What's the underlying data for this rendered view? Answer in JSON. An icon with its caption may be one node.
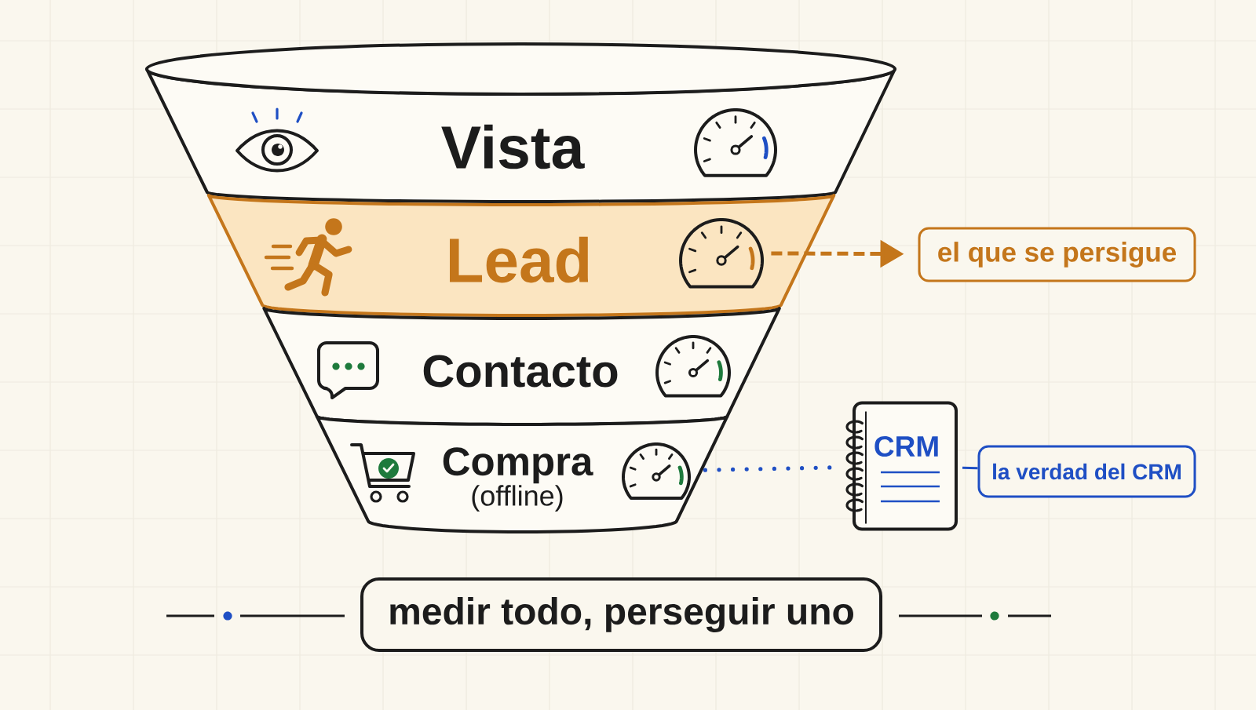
{
  "diagram": {
    "nodes": [
      {
        "text": [
          "Vista"
        ]
      },
      {
        "text": [
          "Lead"
        ]
      },
      {
        "text": [],
        "shape": "picture",
        "in": 1
      },
      {
        "text": [
          "Contacto"
        ]
      },
      {
        "text": [
          "Compra",
          "(offline)"
        ]
      },
      {
        "text": [],
        "shape": "picture",
        "in": 4
      },
      {
        "text": [
          "el que se persigue"
        ]
      },
      {
        "text": [
          "CRM"
        ]
      },
      {
        "text": [
          "la verdad del CRM"
        ]
      },
      {
        "text": [
          "medir todo, perseguir uno"
        ]
      }
    ],
    "edges": [
      {
        "from": 2,
        "to": 6,
        "arrow": "to",
        "style": "dashed",
        "color": "#c4761b"
      },
      {
        "from": 5,
        "to": 7,
        "arrow": "none",
        "style": "dashed",
        "color": "#1f4fc4"
      },
      {
        "from": 7,
        "to": 8,
        "arrow": "none",
        "color": "#1f4fc4"
      }
    ]
  }
}
